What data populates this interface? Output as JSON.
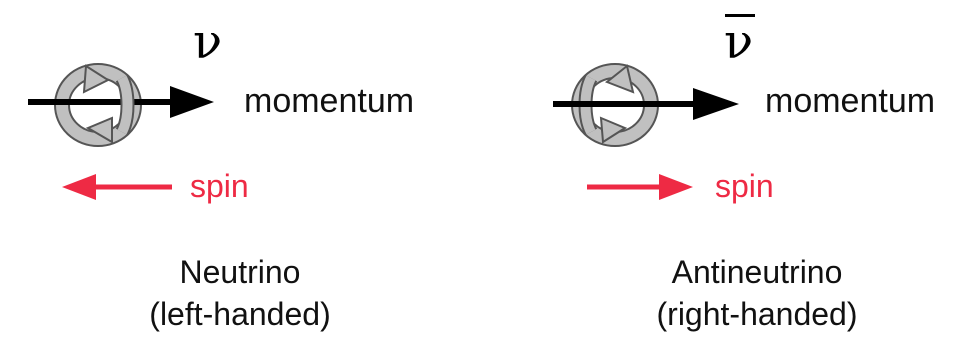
{
  "neutrino": {
    "symbol": "ν",
    "momentum_label": "momentum",
    "spin_label": "spin",
    "name": "Neutrino",
    "handedness": "(left-handed)"
  },
  "antineutrino": {
    "symbol": "ν",
    "momentum_label": "momentum",
    "spin_label": "spin",
    "name": "Antineutrino",
    "handedness": "(right-handed)"
  },
  "colors": {
    "spin_arrow": "#ee2a44",
    "ring_fill": "#c0c0c0",
    "ring_stroke": "#555555",
    "momentum_arrow": "#000000"
  }
}
